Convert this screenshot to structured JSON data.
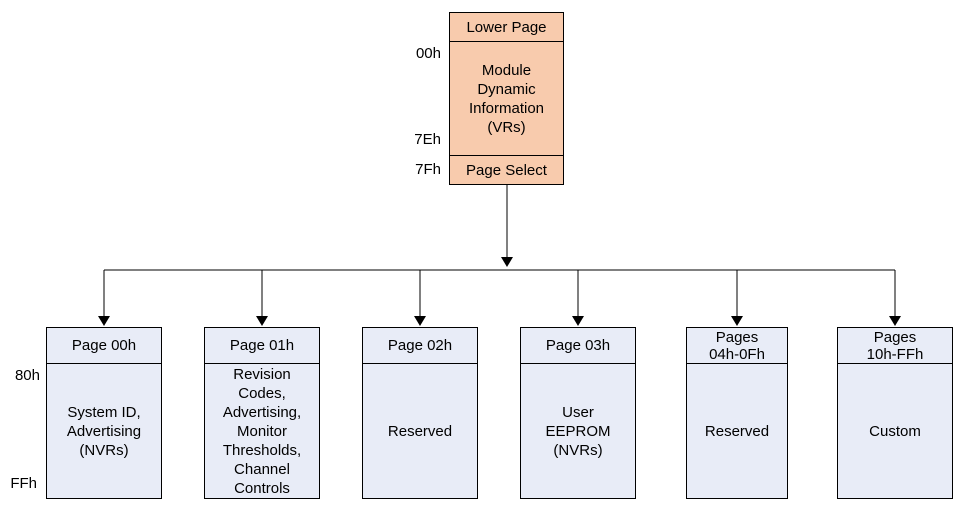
{
  "lower": {
    "header": "Lower Page",
    "body": "Module\nDynamic\nInformation\n(VRs)",
    "footer": "Page Select",
    "addr_start": "00h",
    "addr_end": "7Eh",
    "addr_select": "7Fh"
  },
  "upper_addr": {
    "start": "80h",
    "end": "FFh"
  },
  "pages": [
    {
      "header": "Page 00h",
      "body": "System ID,\nAdvertising\n(NVRs)"
    },
    {
      "header": "Page 01h",
      "body": "Revision\nCodes,\nAdvertising,\nMonitor\nThresholds,\nChannel\nControls"
    },
    {
      "header": "Page 02h",
      "body": "Reserved"
    },
    {
      "header": "Page 03h",
      "body": "User\nEEPROM\n(NVRs)"
    },
    {
      "header": "Pages\n04h-0Fh",
      "body": "Reserved"
    },
    {
      "header": "Pages\n10h-FFh",
      "body": "Custom"
    }
  ],
  "colors": {
    "lower_fill": "#f8cbad",
    "page_fill": "#e8ecf7",
    "line": "#000000"
  }
}
